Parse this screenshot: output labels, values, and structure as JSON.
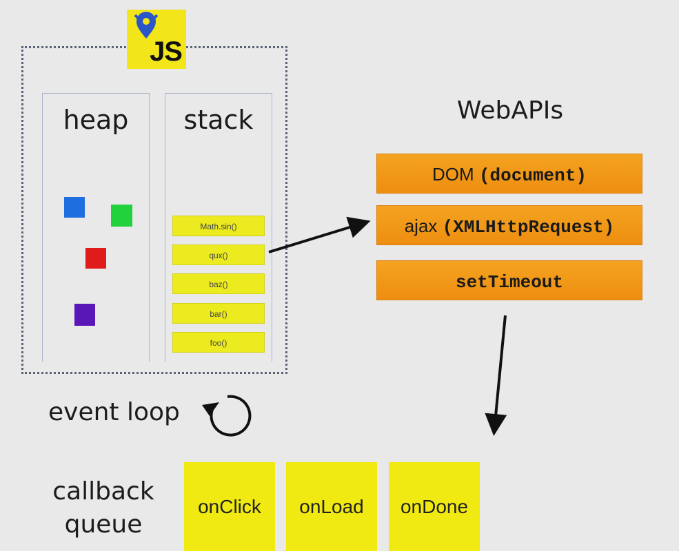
{
  "logo": {
    "text": "JS"
  },
  "engine": {
    "heap_label": "heap",
    "stack_label": "stack",
    "heap_objects": [
      {
        "color": "#1f6ee0"
      },
      {
        "color": "#22d23c"
      },
      {
        "color": "#e01b1b"
      },
      {
        "color": "#5a17b8"
      }
    ],
    "stack_frames": [
      "Math.sin()",
      "qux()",
      "baz()",
      "bar()",
      "foo()"
    ]
  },
  "webapis": {
    "title": "WebAPIs",
    "items": [
      {
        "name": "DOM",
        "code": "(document)"
      },
      {
        "name": "ajax",
        "code": "(XMLHttpRequest)"
      },
      {
        "name": "",
        "code": "setTimeout"
      }
    ]
  },
  "event_loop": {
    "label": "event loop"
  },
  "callback_queue": {
    "label_line1": "callback",
    "label_line2": "queue",
    "items": [
      "onClick",
      "onLoad",
      "onDone"
    ]
  },
  "colors": {
    "background": "#e9e9e9",
    "logo": "#f2e51a",
    "stack_frame": "#eceb1f",
    "webapi": "#f09818",
    "callback": "#f0ea12",
    "arrow": "#111111"
  }
}
